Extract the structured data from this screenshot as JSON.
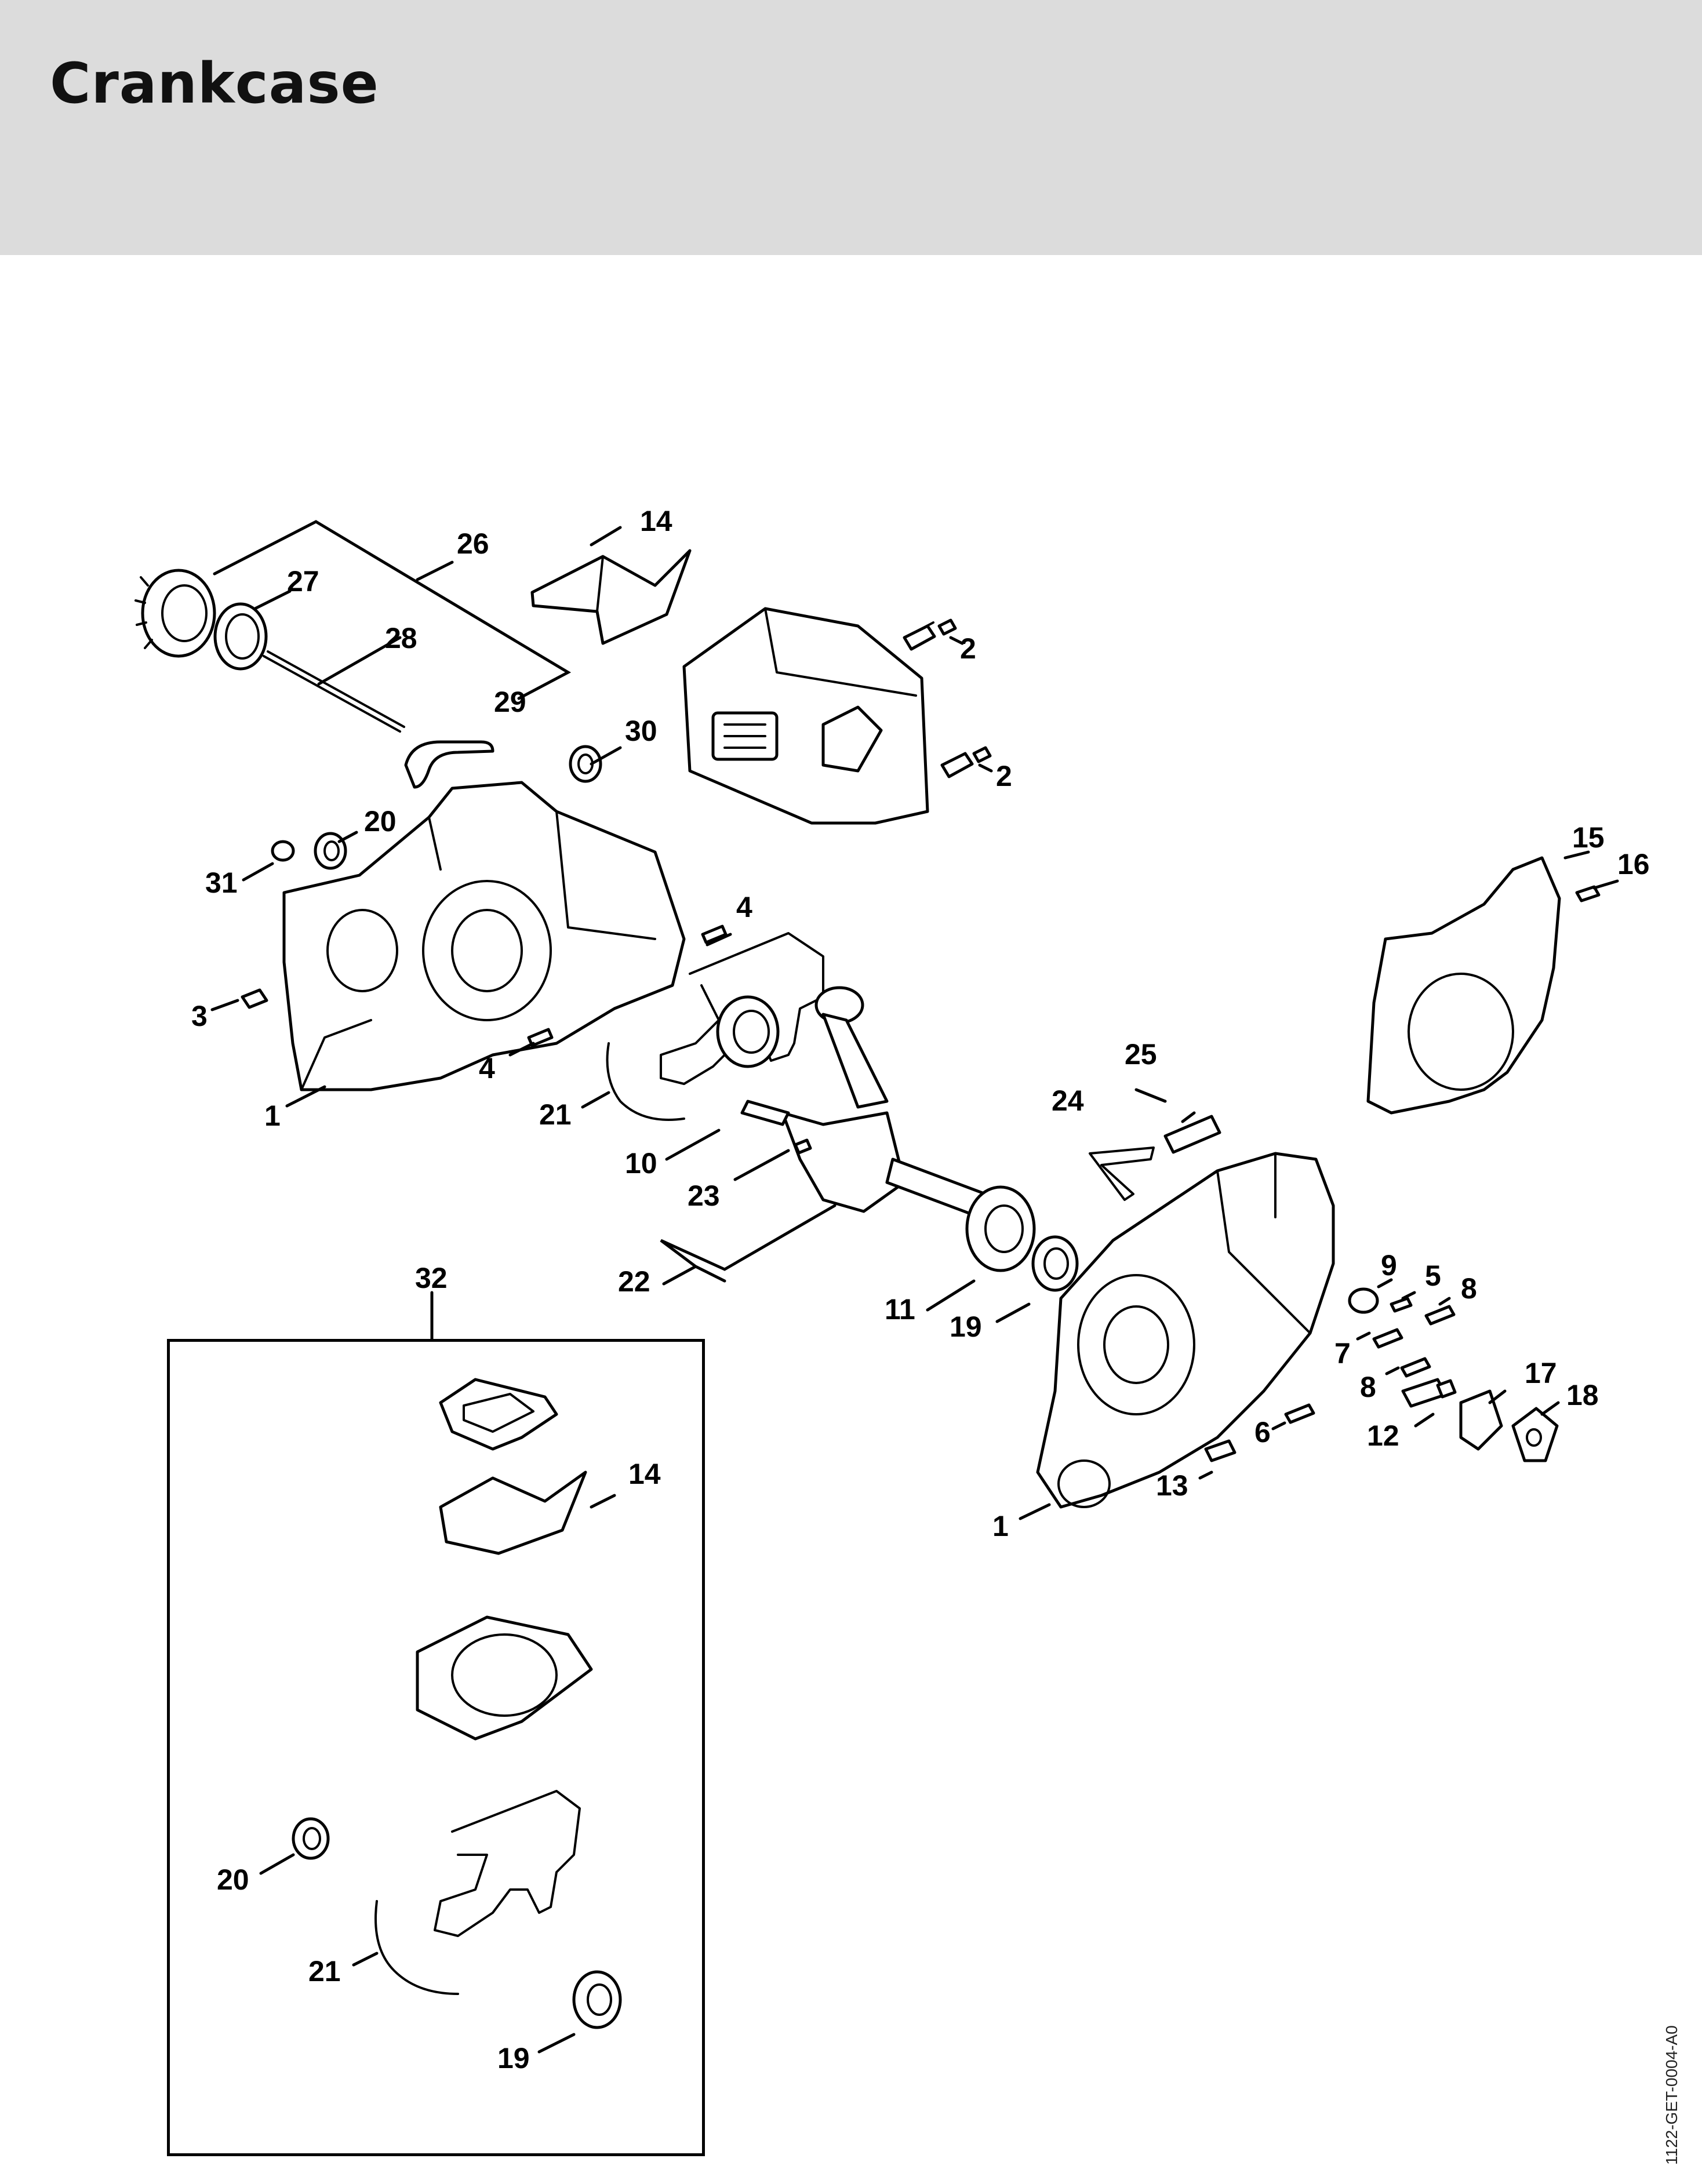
{
  "page": {
    "title": "Crankcase",
    "doc_code": "1122-GET-0004-A0"
  },
  "callouts": {
    "c1a": "1",
    "c1b": "1",
    "c2a": "2",
    "c2b": "2",
    "c3": "3",
    "c4a": "4",
    "c4b": "4",
    "c5": "5",
    "c6": "6",
    "c7": "7",
    "c8a": "8",
    "c8b": "8",
    "c9": "9",
    "c10": "10",
    "c11": "11",
    "c12": "12",
    "c13": "13",
    "c14a": "14",
    "c14b": "14",
    "c15": "15",
    "c16": "16",
    "c17": "17",
    "c18": "18",
    "c19a": "19",
    "c19b": "19",
    "c20a": "20",
    "c20b": "20",
    "c21a": "21",
    "c21b": "21",
    "c22": "22",
    "c23": "23",
    "c24": "24",
    "c25": "25",
    "c26": "26",
    "c27": "27",
    "c28": "28",
    "c29": "29",
    "c30": "30",
    "c31": "31",
    "c32": "32"
  },
  "icons": {
    "assembly": "exploded-parts-diagram",
    "kit": "gasket-set-box"
  }
}
